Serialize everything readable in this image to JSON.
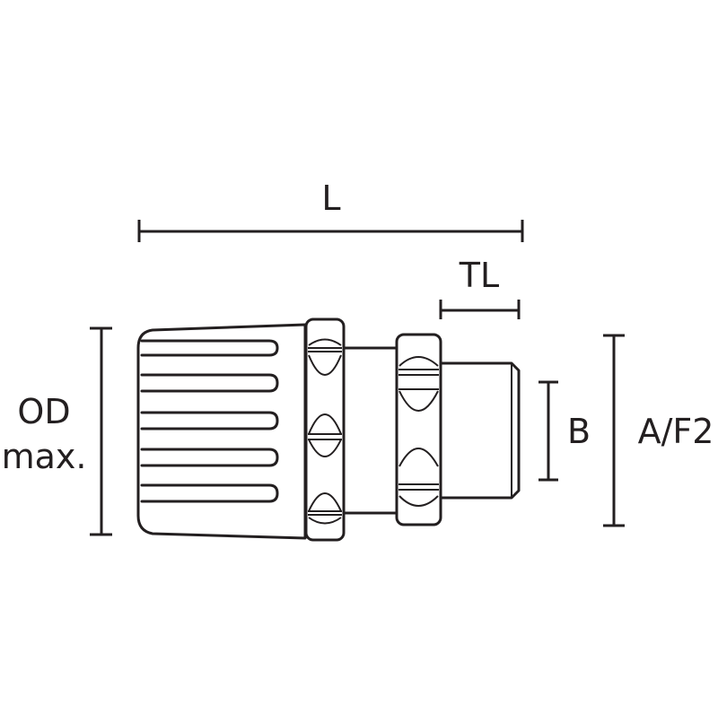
{
  "labels": {
    "length": "L",
    "thread_length": "TL",
    "od_line1": "OD",
    "od_line2": "max.",
    "bore": "B",
    "across_flats": "A/F2"
  },
  "colors": {
    "ink": "#231f20",
    "background": "#ffffff"
  }
}
